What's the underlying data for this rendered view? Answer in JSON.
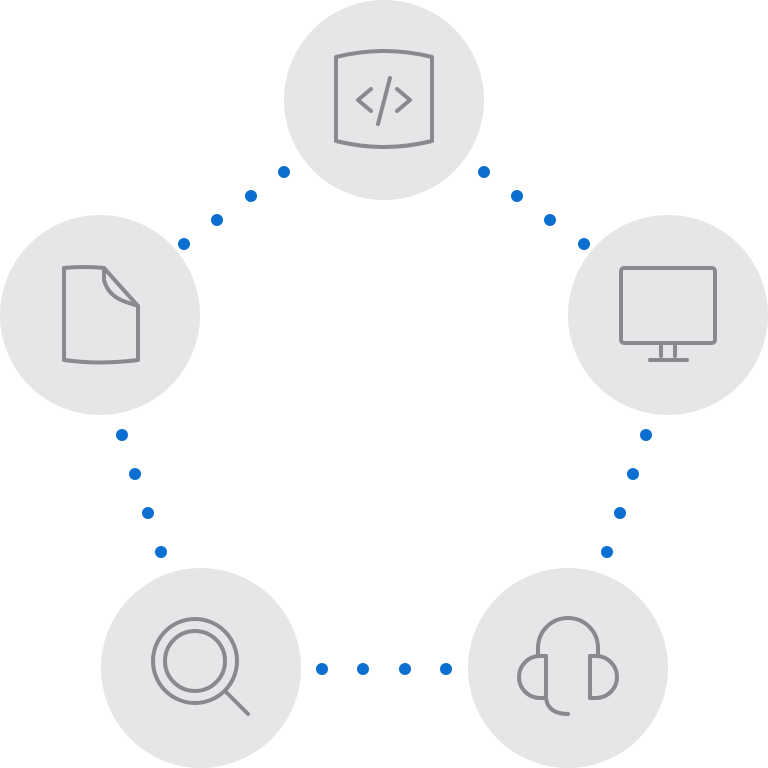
{
  "diagram": {
    "type": "cycle",
    "nodes": [
      {
        "id": "code",
        "icon": "code-document-icon"
      },
      {
        "id": "monitor",
        "icon": "monitor-icon"
      },
      {
        "id": "support",
        "icon": "headset-icon"
      },
      {
        "id": "search",
        "icon": "magnifier-icon"
      },
      {
        "id": "file",
        "icon": "file-icon"
      }
    ],
    "connectors": [
      {
        "from": "code",
        "to": "monitor",
        "style": "dotted"
      },
      {
        "from": "monitor",
        "to": "support",
        "style": "dotted"
      },
      {
        "from": "support",
        "to": "search",
        "style": "dotted"
      },
      {
        "from": "search",
        "to": "file",
        "style": "dotted"
      },
      {
        "from": "file",
        "to": "code",
        "style": "dotted"
      }
    ]
  },
  "colors": {
    "node_fill": "#e6e6e8",
    "icon_stroke": "#8a8a8e",
    "connector_dot": "#0b6fd1",
    "background": "#ffffff"
  }
}
